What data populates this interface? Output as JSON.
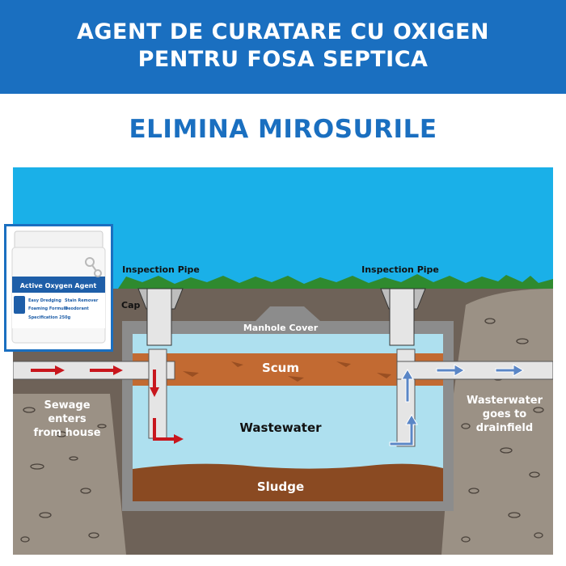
{
  "header": {
    "title_line1": "AGENT DE CURATARE CU OXIGEN",
    "title_line2": "PENTRU FOSA SEPTICA",
    "background_color": "#1a6fc0"
  },
  "headline": "ELIMINA MIROSURILE",
  "diagram": {
    "labels": {
      "inspection_pipe_left": "Inspection Pipe",
      "inspection_pipe_right": "Inspection Pipe",
      "cap": "Cap",
      "manhole_cover": "Manhole Cover",
      "scum": "Scum",
      "wastewater": "Wastewater",
      "sludge": "Sludge",
      "inlet_line1": "Sewage",
      "inlet_line2": "enters",
      "inlet_line3": "from house",
      "outlet_line1": "Wasterwater",
      "outlet_line2": "goes to",
      "outlet_line3": "drainfield"
    },
    "colors": {
      "sky": "#1ab0e8",
      "grass": "#2f8a2f",
      "soil": "#6e6258",
      "gravel": "#9b9185",
      "tank_wall": "#8c8c8c",
      "wastewater": "#aee0ef",
      "scum": "#c26a32",
      "sludge": "#8a4a22",
      "inlet_arrow": "#c8161d",
      "outlet_arrow": "#5a86c6"
    }
  },
  "product": {
    "label_title": "Active Oxygen Agent",
    "features": [
      "Easy Dredging",
      "Stain Remover",
      "Foaming Formula",
      "Deodorant"
    ],
    "specification": "Specification 250g"
  }
}
